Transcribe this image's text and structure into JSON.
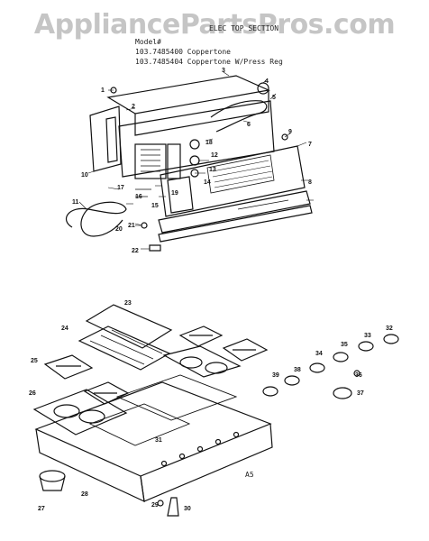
{
  "watermark": "AppliancePartsPros.com",
  "header": {
    "section_title": "ELEC TOP SECTION",
    "model_label": "Model#",
    "model_1": "103.7485400 Coppertone",
    "model_2": "103.7485404 Coppertone W/Press Reg"
  },
  "corner_code": "A5",
  "callouts": [
    "1",
    "2",
    "3",
    "4",
    "5",
    "6",
    "7",
    "8",
    "9",
    "10",
    "11",
    "12",
    "13",
    "14",
    "15",
    "16",
    "17",
    "18",
    "19",
    "20",
    "21",
    "22",
    "23",
    "24",
    "25",
    "26",
    "27",
    "28",
    "29",
    "30",
    "31",
    "32",
    "33",
    "34",
    "35",
    "36",
    "37",
    "38",
    "39"
  ]
}
